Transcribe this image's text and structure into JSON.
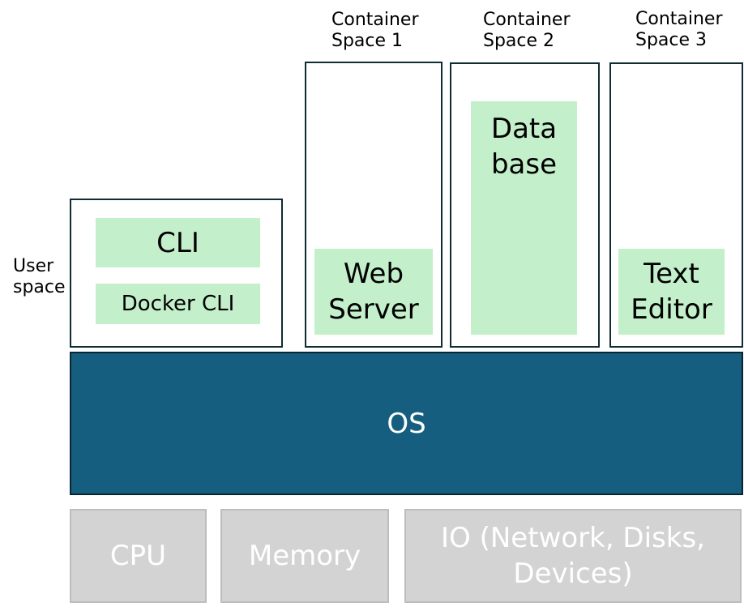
{
  "user_space_label": [
    "User",
    "space"
  ],
  "user_space_items": [
    "CLI",
    "Docker CLI"
  ],
  "containers": [
    {
      "title": [
        "Container",
        "Space 1"
      ],
      "app": [
        "Web",
        "Server"
      ]
    },
    {
      "title": [
        "Container",
        "Space 2"
      ],
      "app": [
        "Data",
        "base"
      ]
    },
    {
      "title": [
        "Container",
        "Space 3"
      ],
      "app": [
        "Text",
        "Editor"
      ]
    }
  ],
  "os_label": "OS",
  "hardware": [
    {
      "label": [
        "CPU"
      ]
    },
    {
      "label": [
        "Memory"
      ]
    },
    {
      "label": [
        "IO (Network, Disks,",
        "Devices)"
      ]
    }
  ],
  "colors": {
    "frame_border": "#0f2b33",
    "app_fill": "#c3efcb",
    "os_fill": "#165e80",
    "hardware_fill": "#d3d3d3"
  }
}
